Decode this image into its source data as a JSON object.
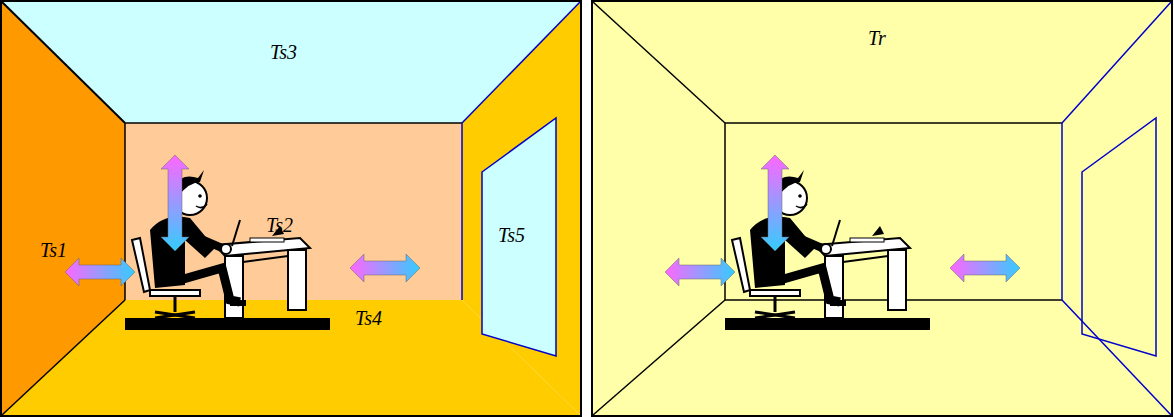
{
  "diagram": {
    "labels": [
      "Ts3",
      "Ts1",
      "Ts2",
      "Ts5",
      "Ts4",
      "Tr"
    ]
  }
}
